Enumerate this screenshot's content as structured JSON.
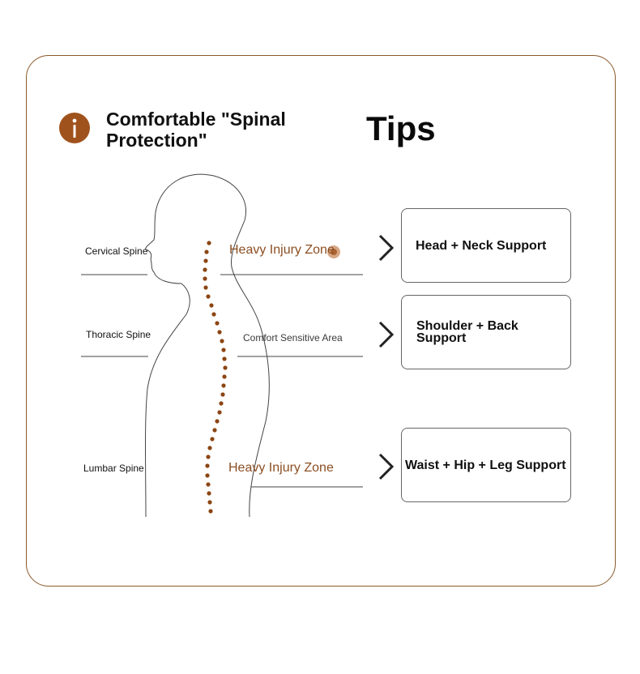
{
  "header": {
    "icon": "info-icon",
    "title": "Comfortable \"Spinal Protection\"",
    "tips": "Tips"
  },
  "spine_labels": {
    "cervical": "Cervical Spine",
    "thoracic": "Thoracic Spine",
    "lumbar": "Lumbar Spine"
  },
  "zones": {
    "upper": "Heavy Injury Zone",
    "middle": "Comfort Sensitive Area",
    "lower": "Heavy Injury Zone"
  },
  "support": {
    "head": "Head + Neck Support",
    "shoulder": "Shoulder + Back Support",
    "waist": "Waist + Hip + Leg Support"
  },
  "colors": {
    "accent": "#a0521d",
    "border": "#8a5a2b",
    "zone_text": "#8b4e22"
  }
}
